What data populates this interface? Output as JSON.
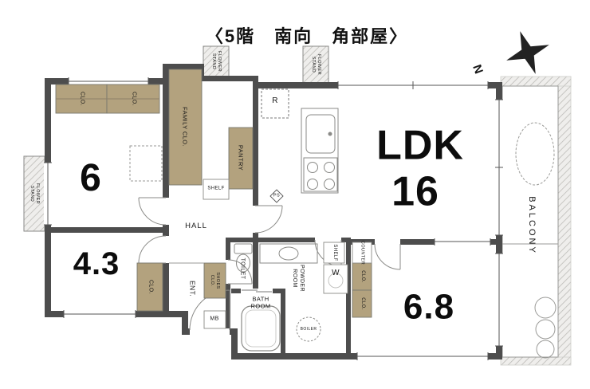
{
  "title": "〈5階　南向　角部屋〉",
  "compass": {
    "north": "N"
  },
  "rooms": {
    "ldk_label": "LDK",
    "ldk_size": "16",
    "bedroom1_size": "6",
    "bedroom2_size": "4.3",
    "bedroom3_size": "6.8",
    "hall": "HALL",
    "entrance": "ENT.",
    "toilet": "TOILET",
    "bathroom": "BATH ROOM",
    "powder_room": "POWDER ROOM",
    "balcony": "BALCONY"
  },
  "storage": {
    "closet": "CLO.",
    "family_closet": "FAMILY CLO.",
    "pantry": "PANTRY",
    "shoes_closet": "SHOES CLO.",
    "shelf": "SHELF",
    "counter": "COUNTER",
    "flower_stand": "FLOWER STAND"
  },
  "equipment": {
    "refrigerator": "R",
    "washer": "W",
    "meter_box": "MB",
    "boiler": "BOILER",
    "pipe_space": "PS"
  }
}
